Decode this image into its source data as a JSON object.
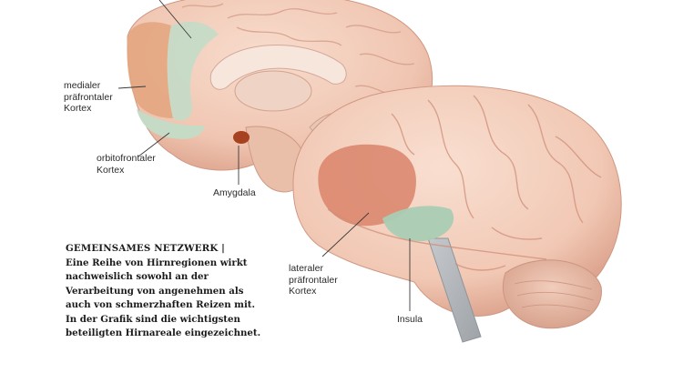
{
  "labels": {
    "medial_pfc": "medialer\npräfrontaler\nKortex",
    "orbitofrontal": "orbitofrontaler\nKortex",
    "amygdala": "Amygdala",
    "lateral_pfc": "lateraler\npräfrontaler\nKortex",
    "insula": "Insula"
  },
  "caption": {
    "heading": "GEMEINSAMES NETZWERK |",
    "body": "Eine Reihe von Hirnregionen wirkt nachweislich sowohl an der Verarbeitung von angenehmen als auch von schmerzhaften Reizen mit. In der Grafik sind die wichtigsten beteiligten Hirnareale eingezeichnet."
  },
  "colors": {
    "brain_base": "#f2cbb8",
    "brain_shadow": "#dea58f",
    "highlight_orange": "#e3a57c",
    "highlight_green": "#c3dcc6",
    "highlight_red": "#d9846a",
    "amygdala_red": "#a6421f",
    "leader_line": "#3a3a3a"
  }
}
